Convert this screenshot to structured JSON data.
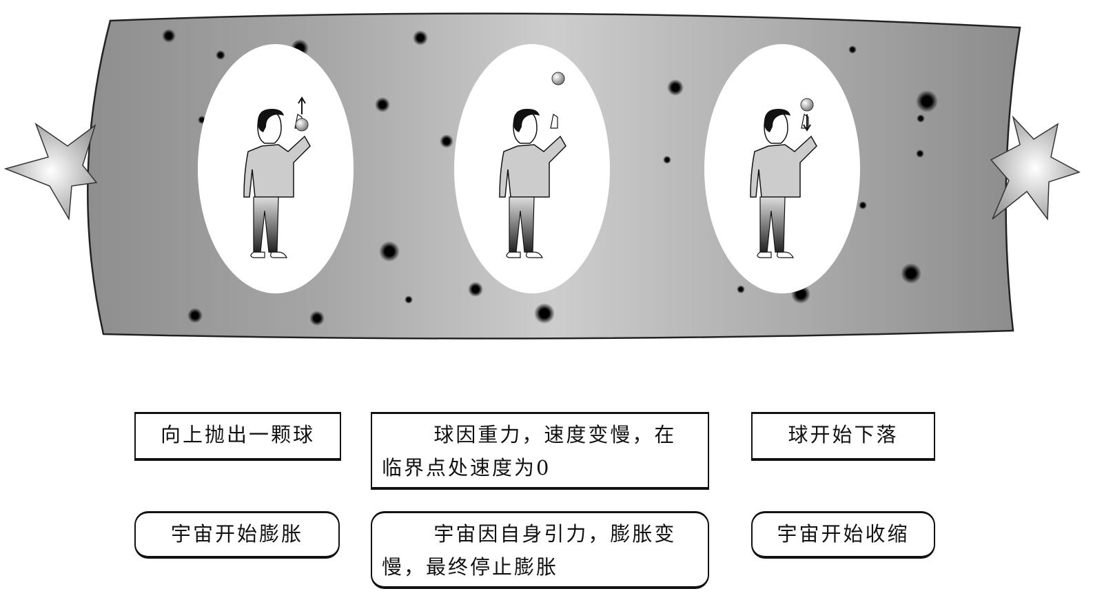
{
  "diagram": {
    "ball_row": [
      {
        "text": "向上抛出一颗球"
      },
      {
        "text": "球因重力，速度变慢，在临界点处速度为0"
      },
      {
        "text": "球开始下落"
      }
    ],
    "universe_row": [
      {
        "text": "宇宙开始膨胀"
      },
      {
        "text": "宇宙因自身引力，膨胀变慢，最终停止膨胀"
      },
      {
        "text": "宇宙开始收缩"
      }
    ]
  },
  "colors": {
    "band_dark": "#8c8c8c",
    "band_light": "#cfcfcf",
    "border": "#111111"
  }
}
